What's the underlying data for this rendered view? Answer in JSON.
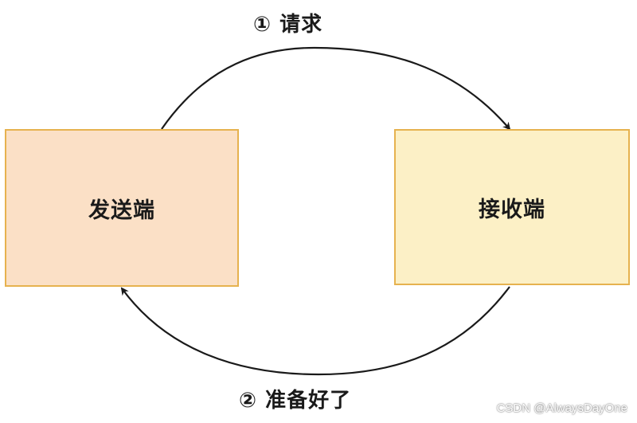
{
  "sender": {
    "label": "发送端"
  },
  "receiver": {
    "label": "接收端"
  },
  "request": {
    "label": "① 请求"
  },
  "ready": {
    "label": "② 准备好了"
  },
  "watermark": {
    "text": "CSDN @AlwaysDayOne"
  },
  "colors": {
    "sender_fill": "#fbe0c6",
    "receiver_fill": "#fcf0c6",
    "box_border": "#e6b24f",
    "arrow": "#1a1a1a"
  }
}
